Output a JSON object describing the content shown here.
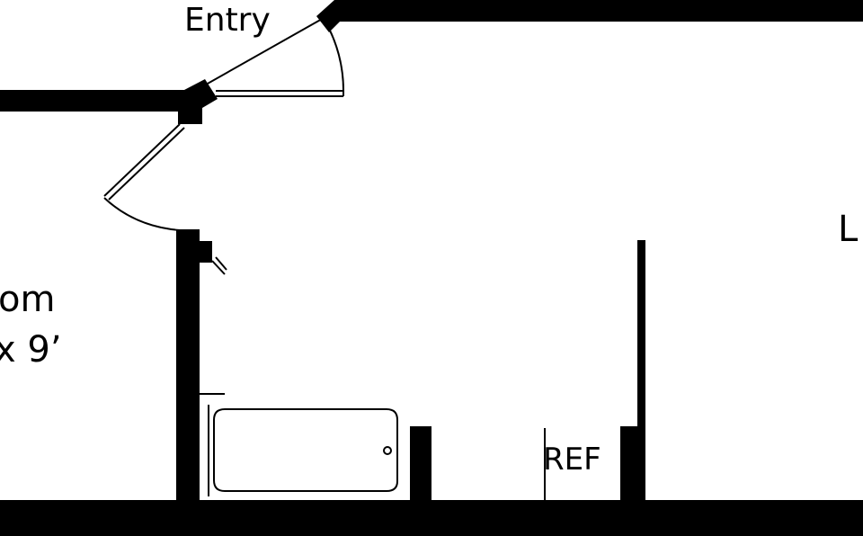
{
  "labels": {
    "entry": "Entry",
    "room_name_partial": "om",
    "room_size_partial": "x 9’",
    "ref": "REF",
    "right_edge_partial": "L"
  },
  "colors": {
    "wall": "#000000",
    "background": "#ffffff"
  }
}
